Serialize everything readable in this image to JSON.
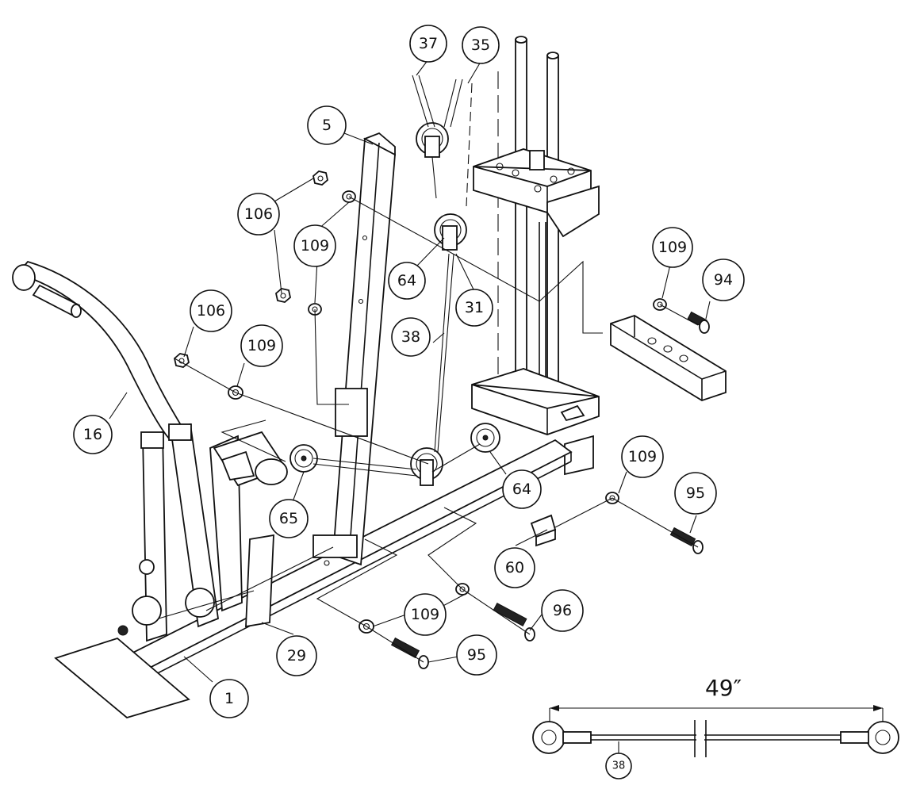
{
  "callouts": {
    "c37": "37",
    "c35": "35",
    "c5": "5",
    "c106a": "106",
    "c109a": "109",
    "c64a": "64",
    "c31": "31",
    "c109b": "109",
    "c94": "94",
    "c106b": "106",
    "c109c": "109",
    "c38": "38",
    "c16": "16",
    "c65": "65",
    "c64b": "64",
    "c109d": "109",
    "c95a": "95",
    "c60": "60",
    "c109e": "109",
    "c96": "96",
    "c29": "29",
    "c95b": "95",
    "c1": "1"
  },
  "cable_detail": {
    "length_label": "49″",
    "part_label": "38"
  }
}
